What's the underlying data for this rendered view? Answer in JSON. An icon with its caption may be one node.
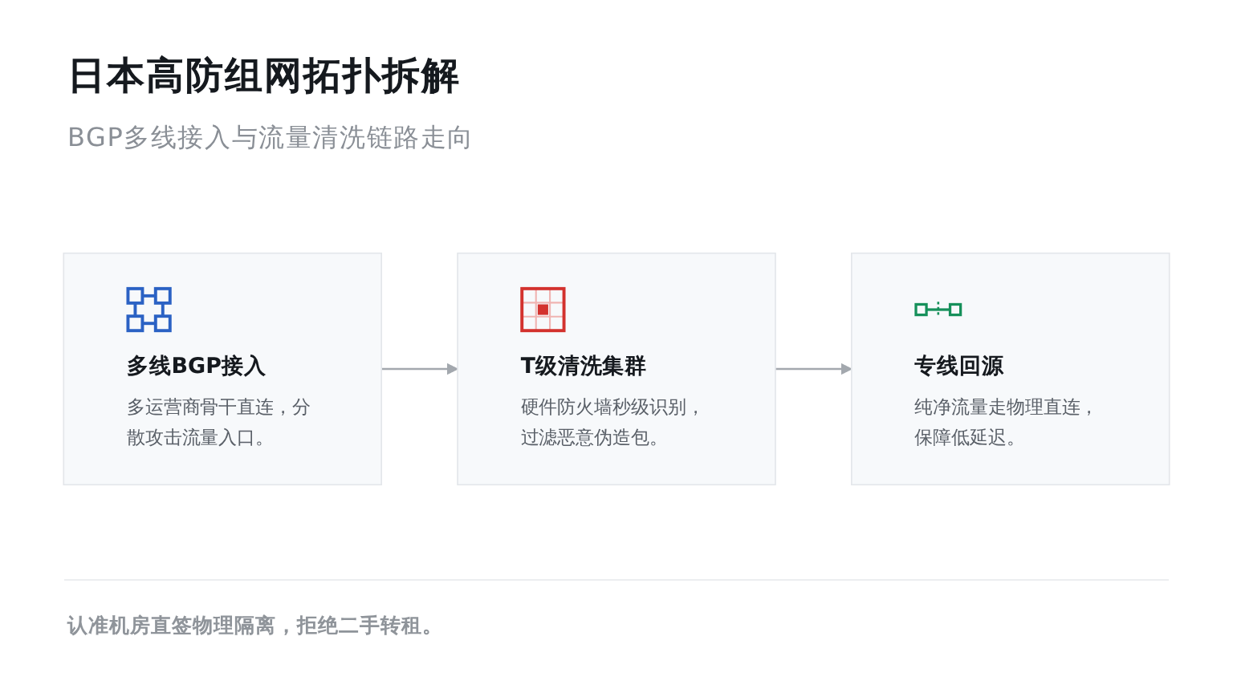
{
  "diagram": {
    "title": "日本高防组网拓扑拆解",
    "labels": [
      "BGP多线接入与流量清洗链路走向"
    ],
    "nodes": [
      {
        "text": [
          "多线BGP接入",
          "多运营商骨干直连，分散攻击流量入口。"
        ]
      },
      {
        "text": [
          "T级清洗集群",
          "硬件防火墙秒级识别，过滤恶意伪造包。"
        ]
      },
      {
        "text": [
          "专线回源",
          "纯净流量走物理直连，保障低延迟。"
        ]
      }
    ],
    "edges": [
      {
        "from": 0,
        "to": 1,
        "arrow": "to"
      },
      {
        "from": 1,
        "to": 2,
        "arrow": "to"
      }
    ],
    "caption": "认准机房直签物理隔离，拒绝二手转租。"
  }
}
